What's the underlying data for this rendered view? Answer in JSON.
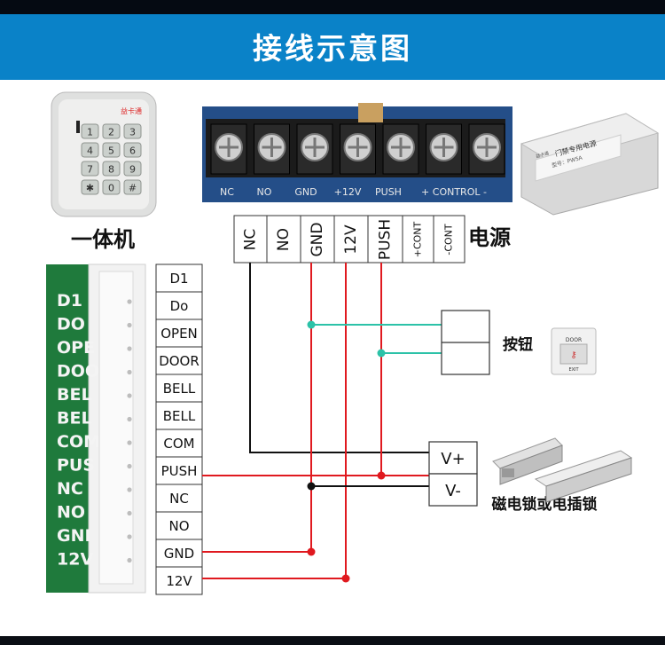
{
  "title": "接线示意图",
  "reader": {
    "caption": "一体机",
    "brand": "益卡通",
    "keys": [
      "1",
      "2",
      "3",
      "4",
      "5",
      "6",
      "7",
      "8",
      "9",
      "✱",
      "0",
      "#"
    ],
    "board_labels": [
      "D1",
      "DO",
      "OPE",
      "DOO",
      "BEL",
      "BEL",
      "COM",
      "PUS",
      "NC",
      "NO",
      "GNI",
      "12V"
    ],
    "terminals": [
      "D1",
      "Do",
      "OPEN",
      "DOOR",
      "BELL",
      "BELL",
      "COM",
      "PUSH",
      "NC",
      "NO",
      "GND",
      "12V"
    ]
  },
  "power": {
    "caption": "电源",
    "board_labels": [
      "NC",
      "NO",
      "GND",
      "+12V",
      "PUSH",
      "+ CONTROL -"
    ],
    "terminals": [
      "NC",
      "NO",
      "GND",
      "12V",
      "PUSH",
      "+CONT",
      "-CONT"
    ],
    "box_brand": "门禁专用电源",
    "box_small": "型号：PW5A",
    "box_maker": "益卡通"
  },
  "button": {
    "caption": "按钮",
    "plate_top": "DOOR",
    "plate_bottom": "EXIT"
  },
  "lock": {
    "caption": "磁电锁或电插锁",
    "terminals": [
      "V+",
      "V-"
    ]
  },
  "colors": {
    "banner": "#0a82c8",
    "wire_red": "#e0191f",
    "wire_cyan": "#2cc2a8",
    "wire_black": "#111111",
    "pcb_green": "#1f7a3c"
  }
}
